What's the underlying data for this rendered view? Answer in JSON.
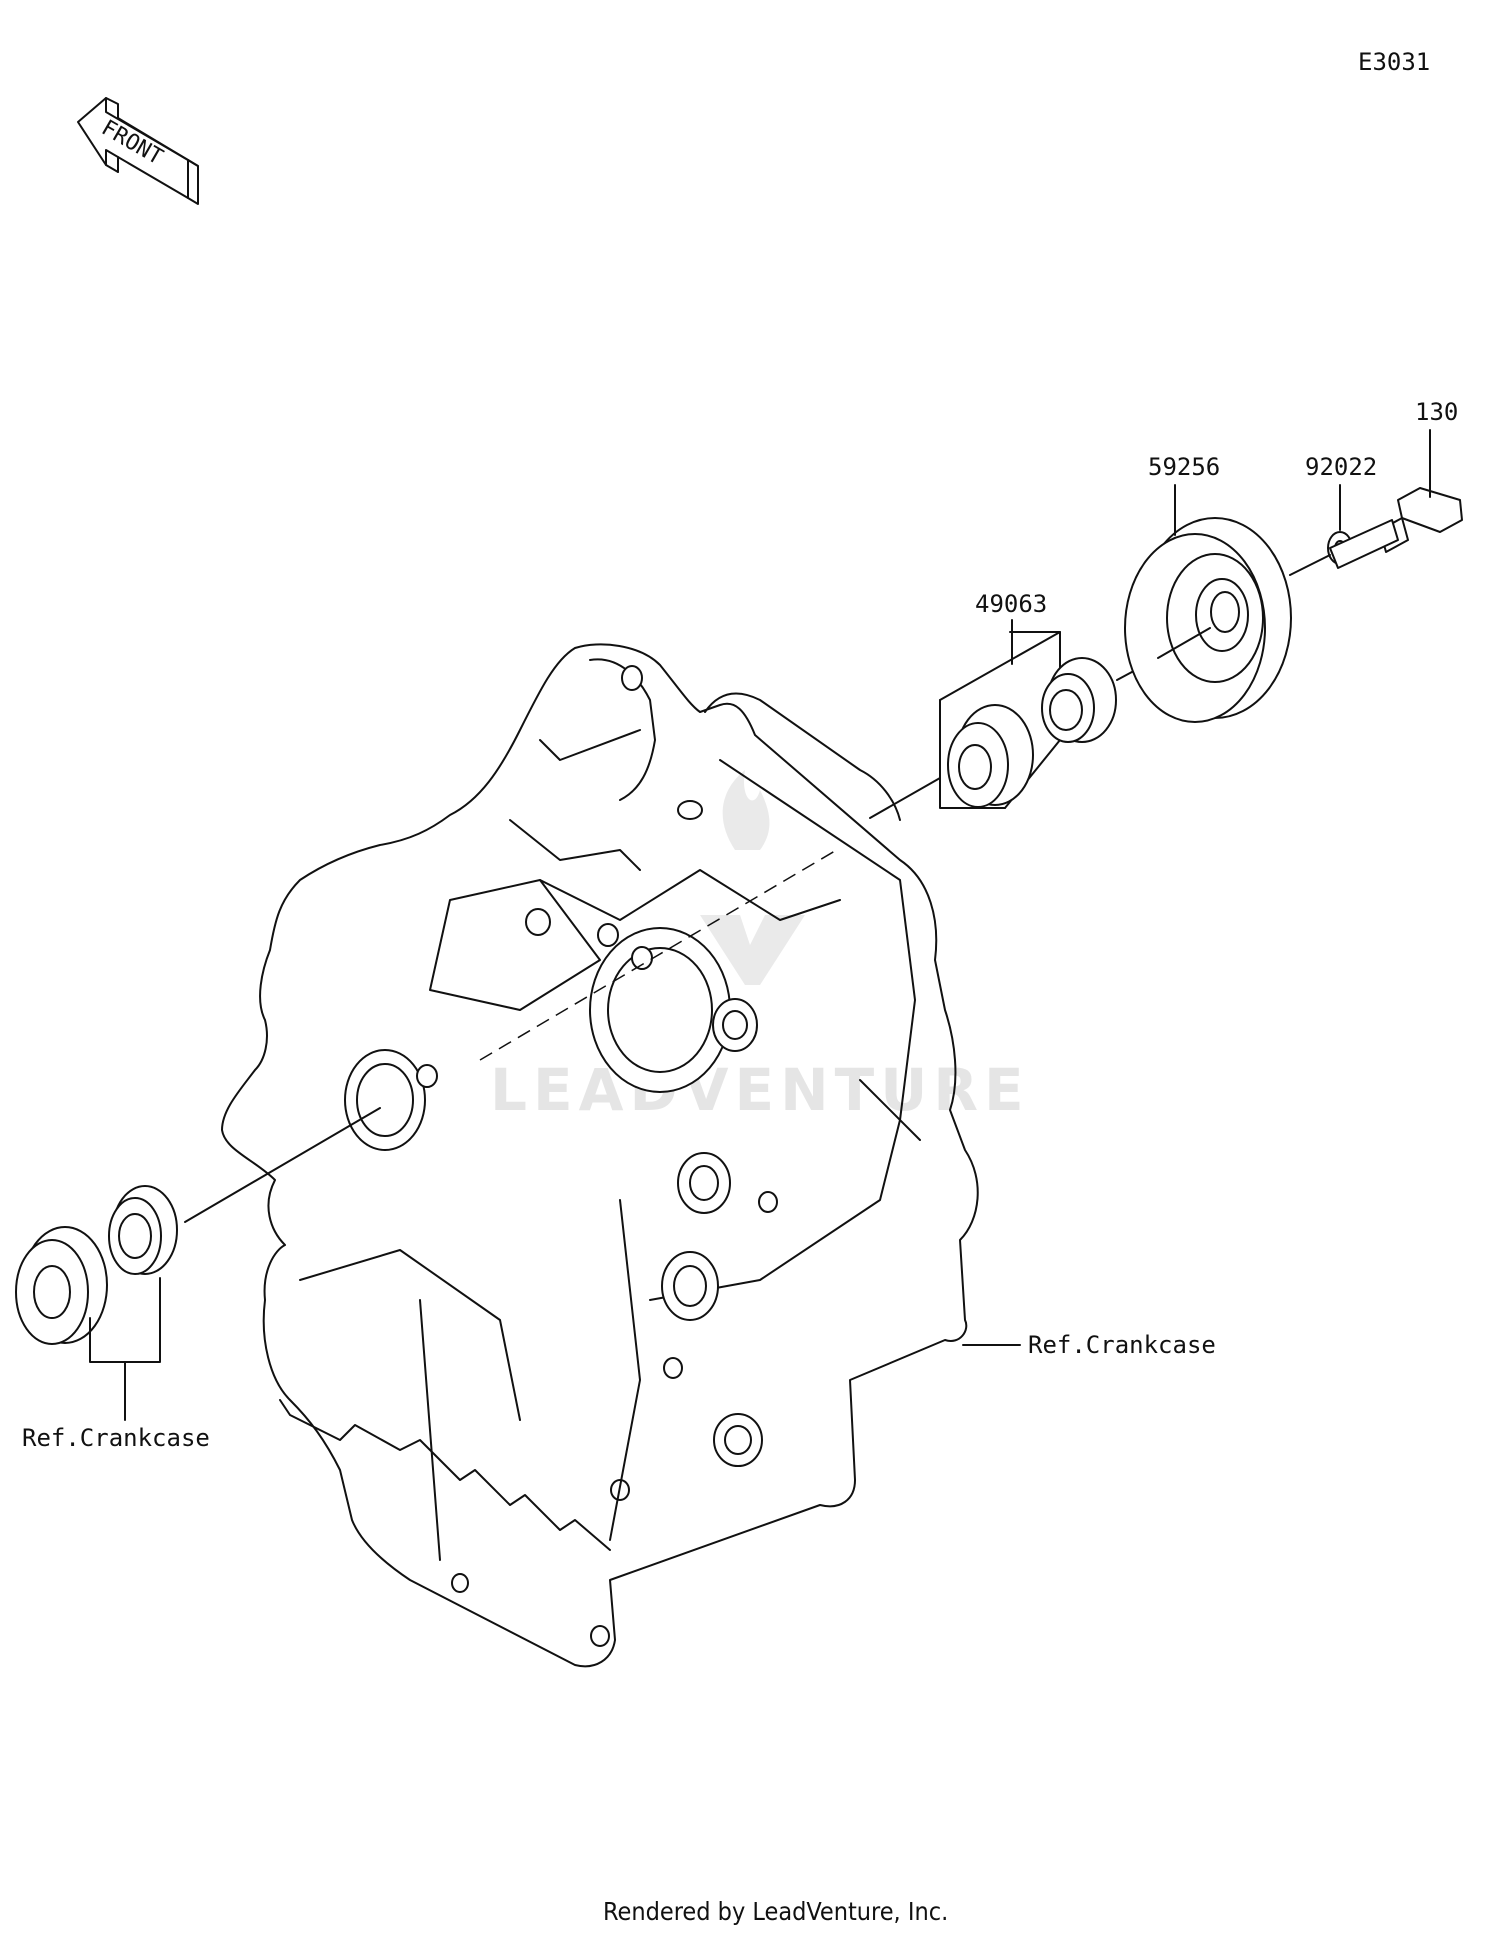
{
  "diagram": {
    "code": "E3031",
    "front_arrow_label": "FRONT",
    "parts": [
      {
        "number": "130"
      },
      {
        "number": "92022"
      },
      {
        "number": "59256"
      },
      {
        "number": "49063"
      }
    ],
    "references": [
      {
        "text": "Ref.Crankcase"
      },
      {
        "text": "Ref.Crankcase"
      }
    ],
    "watermark": "LEADVENTURE",
    "footer": "Rendered by LeadVenture, Inc."
  }
}
